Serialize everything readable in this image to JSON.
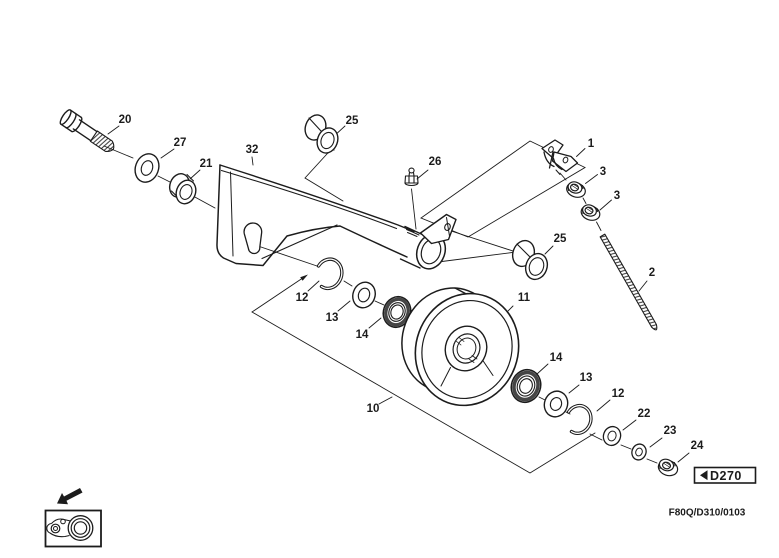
{
  "diagram": {
    "type": "exploded-parts-diagram",
    "figure_code": "F80Q/D310/0103",
    "nav_tag": {
      "arrow": "◀",
      "code": "D270"
    },
    "callouts": {
      "bolt": "20",
      "washer_outer": "27",
      "pivot_bushing": "21",
      "tensioner_arm": "32",
      "upper_bushing": "25",
      "grease_fitting": "26",
      "anchor_bracket": "1",
      "adjuster_nut_upper": "3",
      "adjuster_nut_lower": "3",
      "adjusting_rod": "2",
      "lower_bushing": "25",
      "pulley": "11",
      "snap_ring_front": "12",
      "washer_front": "13",
      "bearing_front": "14",
      "shaft_assembly": "10",
      "bearing_rear": "14",
      "washer_rear": "13",
      "snap_ring_rear": "12",
      "small_washer": "22",
      "spacer_washer": "23",
      "lock_nut": "24"
    },
    "colors": {
      "line": "#1c1c1c",
      "shade": "#454545",
      "background": "#ffffff"
    }
  }
}
